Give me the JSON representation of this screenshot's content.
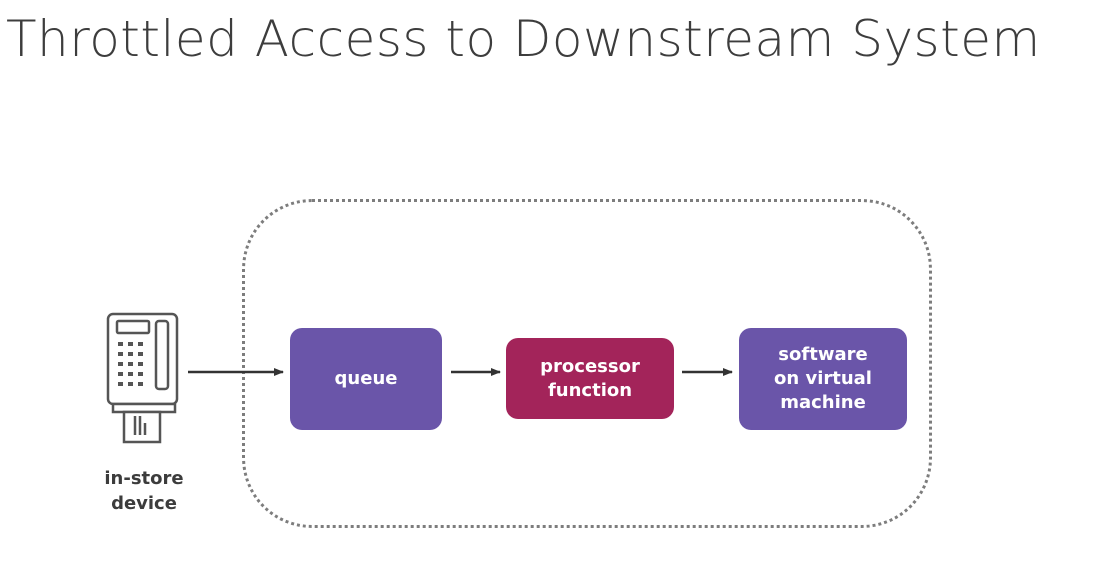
{
  "title": "Throttled Access to Downstream System",
  "nodes": {
    "device": {
      "label": "in-store\ndevice",
      "icon": "card-terminal-icon"
    },
    "queue": {
      "label": "queue",
      "color": "#6a55a9"
    },
    "processor": {
      "label": "processor\nfunction",
      "color": "#a3245a"
    },
    "software": {
      "label": "software\non virtual\nmachine",
      "color": "#6a55a9"
    }
  },
  "colors": {
    "text": "#3d3d3d",
    "boundary": "#7d7d7d",
    "arrow": "#333333",
    "icon": "#555555"
  }
}
